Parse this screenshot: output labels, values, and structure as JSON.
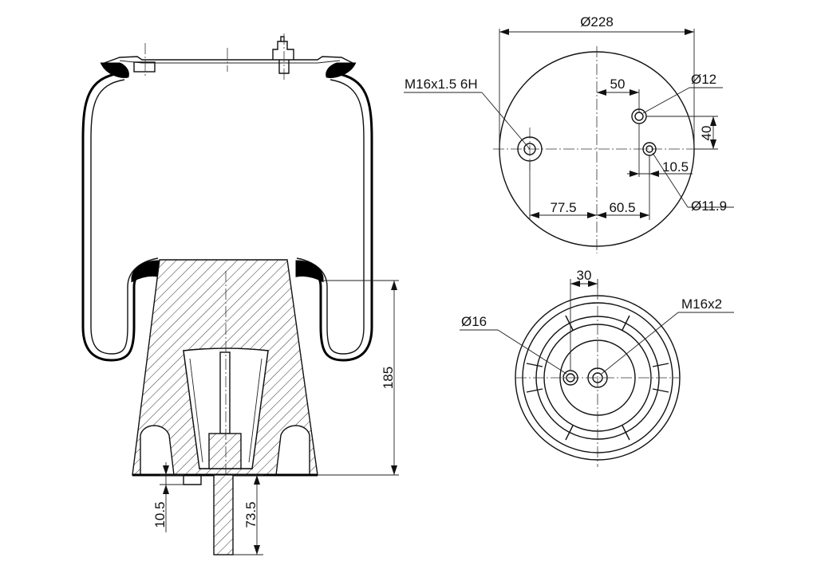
{
  "drawing": {
    "colors": {
      "ink": "#111111",
      "background": "#ffffff"
    },
    "side_view": {
      "dimensions": {
        "height": "185",
        "base_offset": "10.5",
        "stud_length": "73.5"
      }
    },
    "top_view": {
      "dimensions": {
        "outer_diameter": "Ø228",
        "thread_left": "M16x1.5 6H",
        "hole_diameter_upper": "Ø12",
        "hole_offset_x": "50",
        "hole_offset_y": "40",
        "hole_spacing": "10.5",
        "hole_diameter_lower": "Ø11.9",
        "left_offset": "77.5",
        "right_offset": "60.5"
      }
    },
    "bottom_view": {
      "dimensions": {
        "spacing": "30",
        "thread": "M16x2",
        "hole_diameter": "Ø16"
      }
    }
  }
}
